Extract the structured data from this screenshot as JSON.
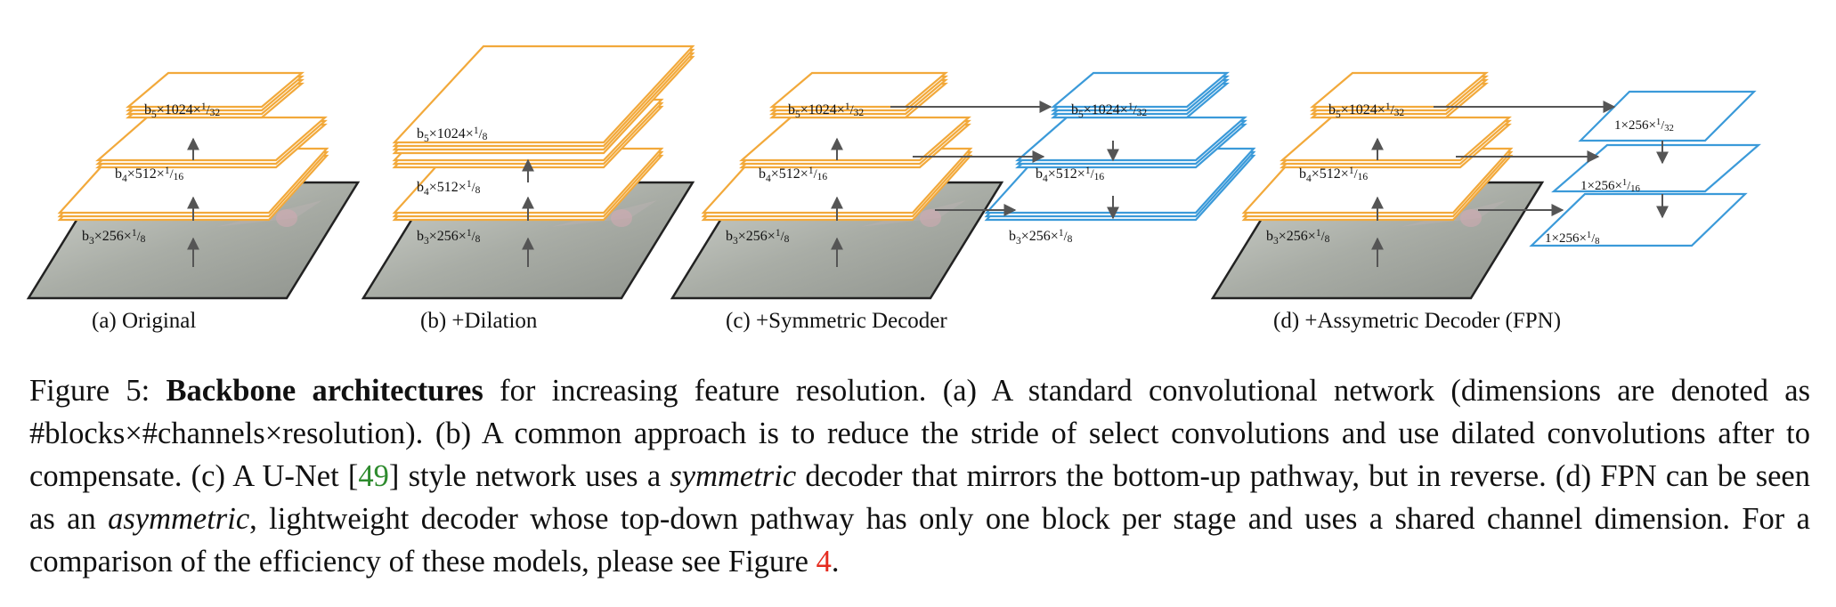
{
  "panels": [
    {
      "caption": "(a) Original",
      "levels": [
        {
          "b": "5",
          "c": "1024",
          "r": "32"
        },
        {
          "b": "4",
          "c": "512",
          "r": "16"
        },
        {
          "b": "3",
          "c": "256",
          "r": "8"
        }
      ]
    },
    {
      "caption": "(b) +Dilation",
      "levels": [
        {
          "b": "5",
          "c": "1024",
          "r": "8"
        },
        {
          "b": "4",
          "c": "512",
          "r": "8"
        },
        {
          "b": "3",
          "c": "256",
          "r": "8"
        }
      ]
    },
    {
      "caption": "(c) +Symmetric Decoder",
      "levels": [
        {
          "b": "5",
          "c": "1024",
          "r": "32"
        },
        {
          "b": "4",
          "c": "512",
          "r": "16"
        },
        {
          "b": "3",
          "c": "256",
          "r": "8"
        }
      ],
      "decoder_levels": [
        {
          "b": "5",
          "c": "1024",
          "r": "32"
        },
        {
          "b": "4",
          "c": "512",
          "r": "16"
        },
        {
          "b": "3",
          "c": "256",
          "r": "8"
        }
      ]
    },
    {
      "caption": "(d) +Assymetric Decoder (FPN)",
      "levels": [
        {
          "b": "5",
          "c": "1024",
          "r": "32"
        },
        {
          "b": "4",
          "c": "512",
          "r": "16"
        },
        {
          "b": "3",
          "c": "256",
          "r": "8"
        }
      ],
      "decoder_levels": [
        {
          "c": "1×256×",
          "r": "32"
        },
        {
          "c": "1×256×",
          "r": "16"
        },
        {
          "c": "1×256×",
          "r": "8"
        }
      ]
    }
  ],
  "caption": {
    "figure_label": "Figure 5:",
    "title": "Backbone architectures",
    "t1": " for increasing feature resolution. (a) A standard convolutional network (dimensions are denoted as #blocks×#channels×resolution). (b) A common approach is to reduce the stride of select convolutions and use dilated convolutions after to compensate. (c) A U-Net [",
    "ref1": "49",
    "t2": "] style network uses a ",
    "em1": "symmetric",
    "t3": " decoder that mirrors the bottom-up pathway, but in reverse. (d) FPN can be seen as an ",
    "em2": "asymmetric",
    "t4": ", lightweight decoder whose top-down pathway has only one block per stage and uses a shared channel dimension. For a comparison of the efficiency of these models, please see Figure ",
    "ref2": "4",
    "t5": "."
  },
  "colors": {
    "encoder": "#f2a93b",
    "decoder": "#3b9ad9",
    "arrow": "#555555",
    "image_frame": "#222222"
  }
}
